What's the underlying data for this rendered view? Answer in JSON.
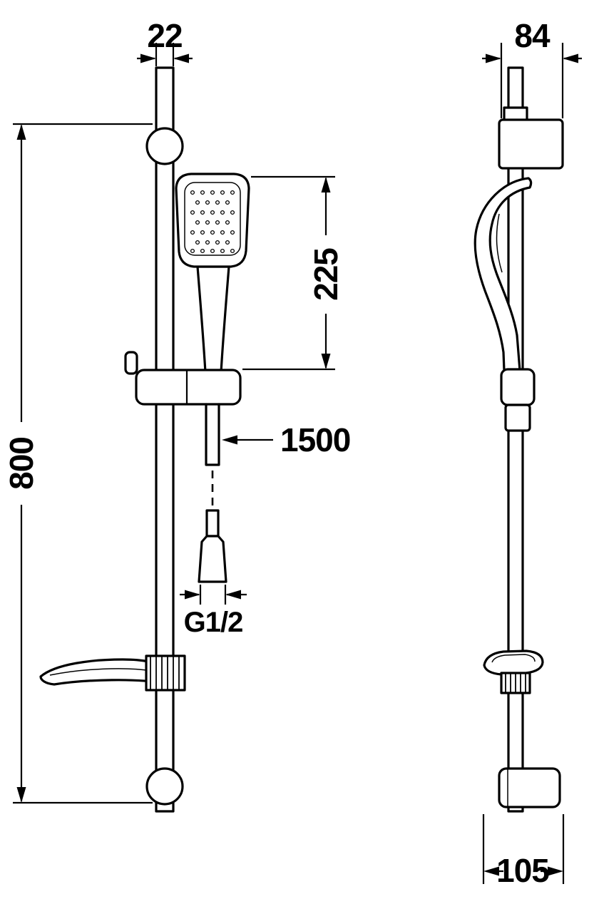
{
  "drawing": {
    "description": "Technical dimensional drawing of a sliding shower rail set, front and side views",
    "colors": {
      "line": "#000000",
      "background": "#ffffff"
    },
    "front_view": {
      "dim_rail_width": "22",
      "dim_total_height": "800",
      "dim_handshower_length": "225",
      "dim_hose_length": "1500",
      "dim_thread": "G1/2"
    },
    "side_view": {
      "dim_top_bracket_width": "84",
      "dim_bottom_bracket_width": "105"
    }
  }
}
